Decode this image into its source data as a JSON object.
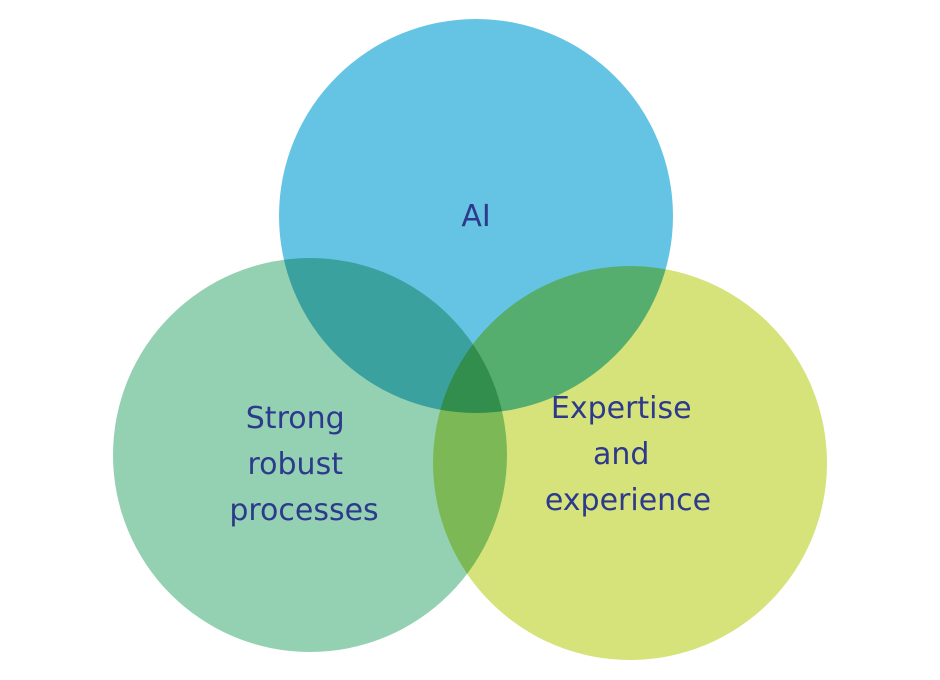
{
  "diagram": {
    "type": "venn",
    "sets": [
      {
        "id": "ai",
        "lines": [
          "AI"
        ],
        "color": "#63c3e3"
      },
      {
        "id": "processes",
        "lines": [
          "Strong",
          "robust",
          "processes"
        ],
        "color": "#93d0b2"
      },
      {
        "id": "expertise",
        "lines": [
          "Expertise",
          "and",
          "experience"
        ],
        "color": "#d6e278"
      }
    ],
    "text_color": "#2d3a8c"
  }
}
